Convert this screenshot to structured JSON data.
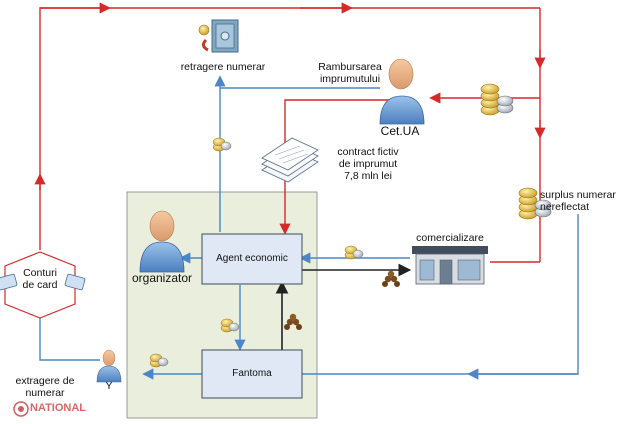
{
  "labels": {
    "retragere_numerar": "retragere numerar",
    "rambursarea": "Rambursarea\nimprumutului",
    "cet_ua": "Cet.UA",
    "contract": "contract fictiv\nde imprumut\n7,8 mln lei",
    "surplus": "surplus numerar\nnereflectat",
    "comercializare": "comercializare",
    "agent_economic": "Agent economic",
    "organizator": "organizator",
    "conturi": "Conturi\nde card",
    "fantoma": "Fantoma",
    "extragere": "extragere de\nnumerar",
    "y_label": "Y",
    "watermark": "NATIONAL"
  },
  "colors": {
    "red_flow": "#d42a2a",
    "blue_flow": "#4d86c8",
    "panel_fill": "#e9eedd",
    "box_fill": "#dfe8f4"
  },
  "icons": [
    "safe-icon",
    "coin-stack-icon",
    "person-icon",
    "document-stack-icon",
    "shop-icon",
    "card-icon",
    "goods-icon"
  ]
}
